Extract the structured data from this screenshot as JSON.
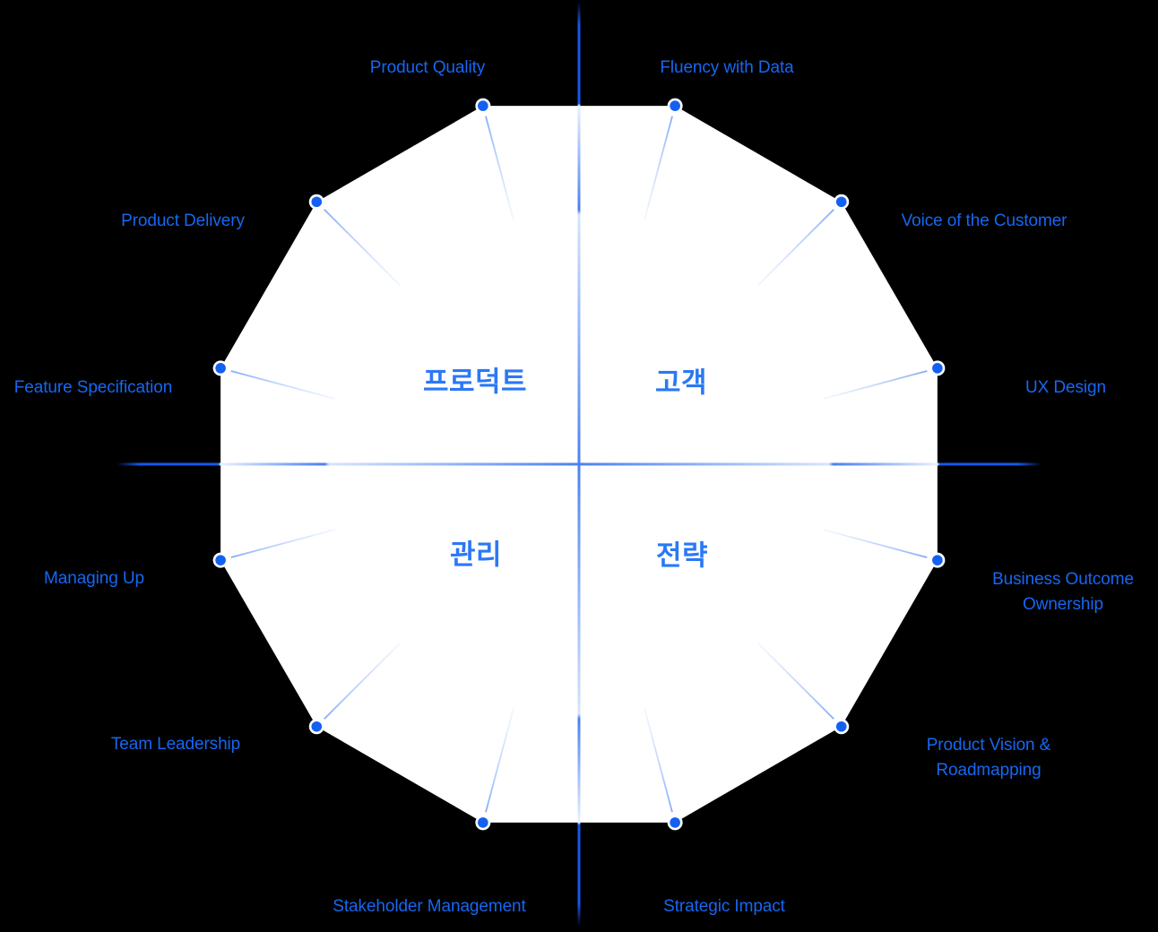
{
  "wheel": {
    "title_semantic": "product-management-competency-wheel",
    "quadrants": [
      {
        "label": "프로덕트"
      },
      {
        "label": "고객"
      },
      {
        "label": "관리"
      },
      {
        "label": "전략"
      }
    ],
    "spokes": [
      {
        "label": "Product Quality"
      },
      {
        "label": "Fluency with Data"
      },
      {
        "label": "Voice of the Customer"
      },
      {
        "label": "UX Design"
      },
      {
        "label": "Business Outcome Ownership"
      },
      {
        "label": "Product Vision & Roadmapping"
      },
      {
        "label": "Strategic Impact"
      },
      {
        "label": "Stakeholder Management"
      },
      {
        "label": "Team Leadership"
      },
      {
        "label": "Managing Up"
      },
      {
        "label": "Feature Specification"
      },
      {
        "label": "Product Delivery"
      }
    ],
    "colors": {
      "background": "#000000",
      "polygon_fill": "#FFFFFF",
      "label_text": "#1667F2",
      "quadrant_text": "#2B78F6",
      "axis_dark": "#1557EE",
      "axis_mid": "#4A81F4",
      "axis_abrupt": "#477FF3",
      "axis_light": "#D7E4FC",
      "axis_edge_light": "#EAF1FE",
      "radial_line_outer": "#7FA7F6",
      "radial_line_inner": "#BDD2FB",
      "dot_fill": "#1460F1",
      "dot_ring": "#FFFFFF"
    }
  }
}
